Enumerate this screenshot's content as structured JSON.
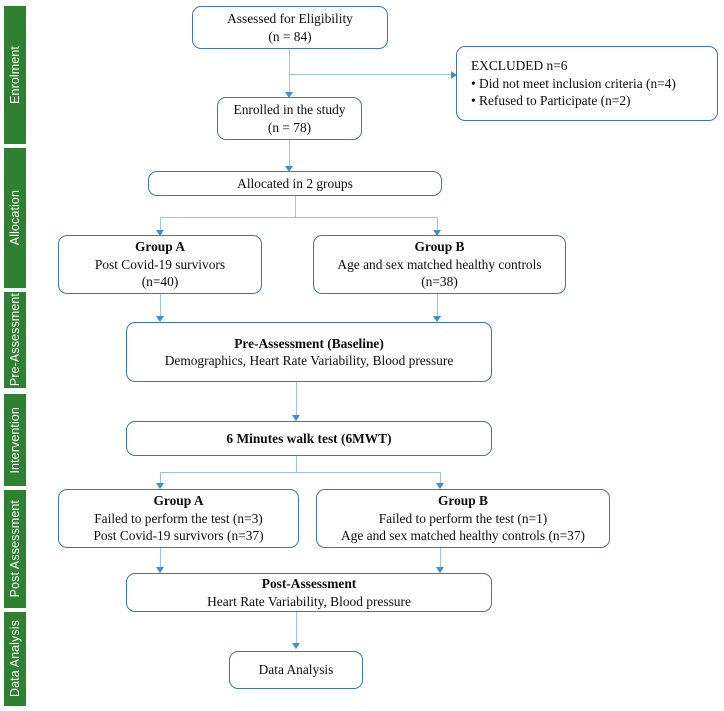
{
  "figure": {
    "type": "flowchart",
    "subject": "CONSORT-style study participant flow diagram"
  },
  "colors": {
    "phase_bar_green": "#2f8132",
    "box_border_blue": "#3f78a8",
    "connector_blue": "#9dc3e6",
    "arrowhead_blue": "#3f8fd0",
    "text_black": "#0d0d0d",
    "background": "#ffffff"
  },
  "phases": [
    {
      "id": "enrolment",
      "label": "Enrolment"
    },
    {
      "id": "allocation",
      "label": "Allocation"
    },
    {
      "id": "pre-assessment",
      "label": "Pre-Assessment"
    },
    {
      "id": "intervention",
      "label": "Intervention"
    },
    {
      "id": "post-assessment",
      "label": "Post Assessment"
    },
    {
      "id": "data-analysis",
      "label": "Data Analysis"
    }
  ],
  "nodes": {
    "assessed": {
      "line1": "Assessed for Eligibility",
      "line2": "(n = 84)"
    },
    "excluded": {
      "line1": "EXCLUDED n=6",
      "line2": "• Did not meet inclusion criteria (n=4)",
      "line3": "• Refused to Participate (n=2)"
    },
    "enrolled": {
      "line1": "Enrolled in the study",
      "line2": "(n = 78)"
    },
    "allocated": {
      "line1": "Allocated in 2 groups"
    },
    "group_a_alloc": {
      "line1": "Group A",
      "line2": "Post Covid-19 survivors",
      "line3": "(n=40)"
    },
    "group_b_alloc": {
      "line1": "Group B",
      "line2": "Age and sex matched healthy controls",
      "line3": "(n=38)"
    },
    "pre_assessment": {
      "line1": "Pre-Assessment (Baseline)",
      "line2": "Demographics, Heart Rate Variability, Blood pressure"
    },
    "intervention": {
      "line1": "6 Minutes walk test (6MWT)"
    },
    "group_a_post": {
      "line1": "Group A",
      "line2": "Failed to perform the test (n=3)",
      "line3": "Post Covid-19 survivors (n=37)"
    },
    "group_b_post": {
      "line1": "Group B",
      "line2": "Failed to perform the test (n=1)",
      "line3": "Age and sex matched healthy controls (n=37)"
    },
    "post_assessment": {
      "line1": "Post-Assessment",
      "line2": "Heart Rate Variability, Blood pressure"
    },
    "data_analysis": {
      "line1": "Data Analysis"
    }
  }
}
